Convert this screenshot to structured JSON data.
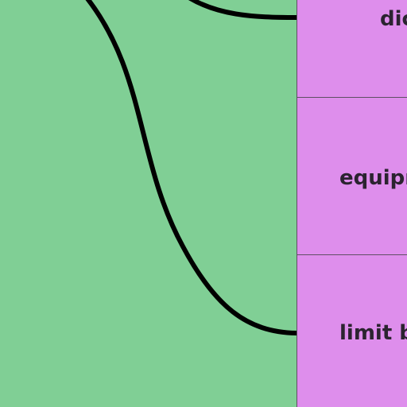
{
  "colors": {
    "background": "#80cf95",
    "panel": "#de8eec",
    "divider": "#5e4f63",
    "line": "#000000",
    "text": "#2b2330"
  },
  "nodes": [
    {
      "label": "dic"
    },
    {
      "label": "equipr"
    },
    {
      "label": "limit b"
    }
  ]
}
